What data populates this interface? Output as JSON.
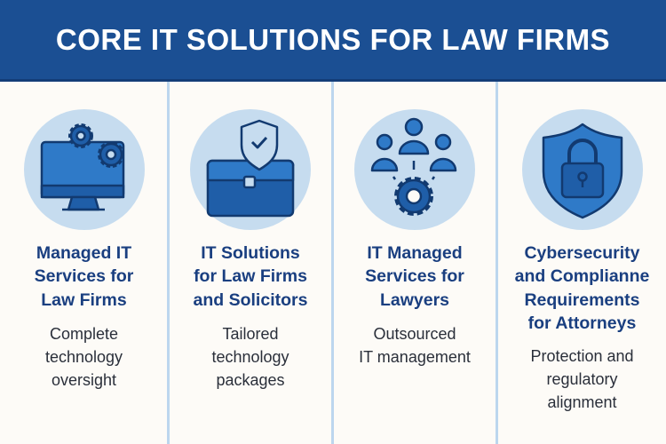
{
  "header": {
    "title": "CORE IT SOLUTIONS FOR LAW FIRMS"
  },
  "colors": {
    "header": "#1b4f93",
    "icon_fill": "#2f7ac8",
    "icon_stroke": "#123a70",
    "circle": "#c6dcef",
    "title": "#1a3f80"
  },
  "columns": [
    {
      "icon": "monitor-gears-icon",
      "title": "Managed IT\nServices for\nLaw Firms",
      "description": "Complete\ntechnology\noversight"
    },
    {
      "icon": "briefcase-shield-icon",
      "title": "IT Solutions\nfor Law Firms\nand Solicitors",
      "description": "Tailored\ntechnology\npackages"
    },
    {
      "icon": "team-gear-icon",
      "title": "IT Managed\nServices for\nLawyers",
      "description": "Outsourced\nIT management"
    },
    {
      "icon": "shield-lock-icon",
      "title": "Cybersecurity\nand Complianne\nRequirements\nfor Attorneys",
      "description": "Protection and\nregulatory\nalignment"
    }
  ]
}
